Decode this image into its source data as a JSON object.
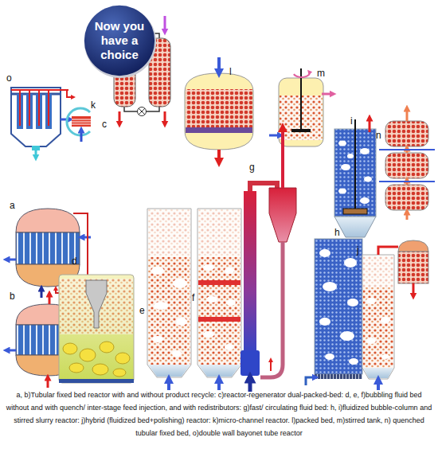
{
  "diagram": {
    "caption": "a, b)Tubular fixed bed reactor with and without product recycle: c)reactor-regenerator dual-packed-bed: d, e, f)bubbling fluid bed without and with quench/ inter-stage feed injection, and with redistributors: g)fast/ circulating fluid bed: h, i)fluidized bubble-column and stirred slurry reactor: j)hybrid (fluidized bed+polishing) reactor: k)micro-channel reactor. l)packed bed, m)stirred tank, n) quenched tubular fixed bed, o)double wall bayonet tube reactor",
    "nodes": [
      {
        "text": [
          "Now you have a choice"
        ]
      }
    ],
    "labels": [
      "o",
      "k",
      "c",
      "l",
      "m",
      "i",
      "n",
      "a",
      "d",
      "e",
      "f",
      "g",
      "h",
      "j",
      "b"
    ]
  }
}
